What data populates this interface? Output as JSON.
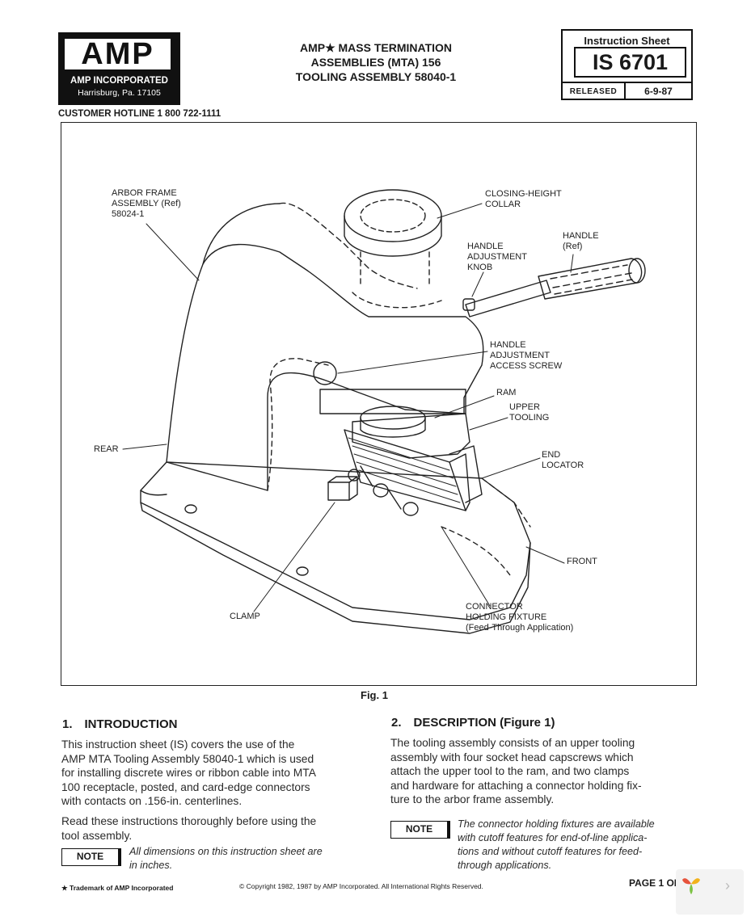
{
  "header": {
    "logo": "AMP",
    "company": "AMP INCORPORATED",
    "address": "Harrisburg, Pa. 17105",
    "hotline": "CUSTOMER HOTLINE 1 800 722-1111",
    "title_lines": [
      "AMP★ MASS TERMINATION",
      "ASSEMBLIES (MTA) 156",
      "TOOLING ASSEMBLY 58040-1"
    ],
    "instruction_sheet_label": "Instruction Sheet",
    "is_number": "IS 6701",
    "released_label": "RELEASED",
    "released_date": "6-9-87"
  },
  "figure": {
    "caption": "Fig. 1",
    "callouts": {
      "arbor_frame": [
        "ARBOR FRAME",
        "ASSEMBLY (Ref)",
        "58024-1"
      ],
      "closing_height_collar": [
        "CLOSING-HEIGHT",
        "COLLAR"
      ],
      "handle": [
        "HANDLE",
        "(Ref)"
      ],
      "handle_adjustment_knob": [
        "HANDLE",
        "ADJUSTMENT",
        "KNOB"
      ],
      "handle_adjustment_access_screw": [
        "HANDLE",
        "ADJUSTMENT",
        "ACCESS SCREW"
      ],
      "ram": [
        "RAM"
      ],
      "upper_tooling": [
        "UPPER",
        "TOOLING"
      ],
      "rear": [
        "REAR"
      ],
      "end_locator": [
        "END",
        "LOCATOR"
      ],
      "front": [
        "FRONT"
      ],
      "clamp": [
        "CLAMP"
      ],
      "connector_holding_fixture": [
        "CONNECTOR",
        "HOLDING FIXTURE",
        "(Feed-Through Application)"
      ]
    }
  },
  "sections": {
    "intro": {
      "heading": "1.  INTRODUCTION",
      "lines": [
        "This instruction sheet (IS) covers the use of the",
        "AMP MTA Tooling Assembly 58040-1 which is used",
        "for installing discrete wires or ribbon cable into MTA",
        "100 receptacle, posted, and card-edge connectors",
        "with contacts on .156-in. centerlines."
      ],
      "lines2": [
        "Read these instructions thoroughly before using the",
        "tool assembly."
      ],
      "note_label": "NOTE",
      "note_lines": [
        "All dimensions on this instruction sheet are",
        "in inches."
      ]
    },
    "description": {
      "heading": "2.  DESCRIPTION (Figure 1)",
      "lines": [
        "The tooling assembly consists of an upper tooling",
        "assembly with four socket head capscrews which",
        "attach the upper tool to the ram, and two clamps",
        "and hardware for attaching a connector holding fix-",
        "ture to the arbor frame assembly."
      ],
      "note_label": "NOTE",
      "note_lines": [
        "The connector holding fixtures are available",
        "with cutoff features for end-of-line applica-",
        "tions and without cutoff features for feed-",
        "through applications."
      ]
    }
  },
  "footer": {
    "trademark": "★ Trademark of AMP Incorporated",
    "copyright": "© Copyright 1982, 1987 by AMP Incorporated. All International Rights Reserved.",
    "page": "PAGE 1 OF 4",
    "next_icon": "chevron-right-icon"
  }
}
